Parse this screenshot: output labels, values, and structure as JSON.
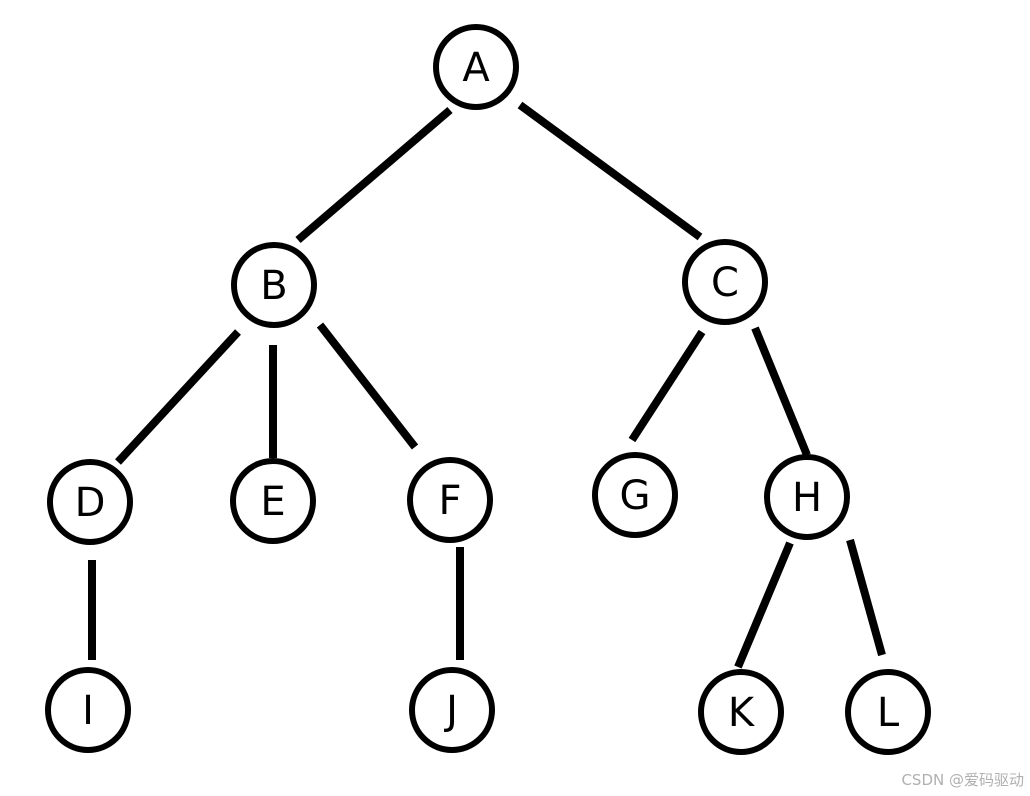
{
  "diagram": {
    "type": "tree",
    "nodes": [
      {
        "id": "A",
        "label": "A"
      },
      {
        "id": "B",
        "label": "B"
      },
      {
        "id": "C",
        "label": "C"
      },
      {
        "id": "D",
        "label": "D"
      },
      {
        "id": "E",
        "label": "E"
      },
      {
        "id": "F",
        "label": "F"
      },
      {
        "id": "G",
        "label": "G"
      },
      {
        "id": "H",
        "label": "H"
      },
      {
        "id": "I",
        "label": "I"
      },
      {
        "id": "J",
        "label": "J"
      },
      {
        "id": "K",
        "label": "K"
      },
      {
        "id": "L",
        "label": "L"
      }
    ],
    "edges": [
      {
        "from": "A",
        "to": "B"
      },
      {
        "from": "A",
        "to": "C"
      },
      {
        "from": "B",
        "to": "D"
      },
      {
        "from": "B",
        "to": "E"
      },
      {
        "from": "B",
        "to": "F"
      },
      {
        "from": "C",
        "to": "G"
      },
      {
        "from": "C",
        "to": "H"
      },
      {
        "from": "D",
        "to": "I"
      },
      {
        "from": "F",
        "to": "J"
      },
      {
        "from": "H",
        "to": "K"
      },
      {
        "from": "H",
        "to": "L"
      }
    ]
  },
  "watermark": {
    "text": "CSDN @爱码驱动"
  }
}
